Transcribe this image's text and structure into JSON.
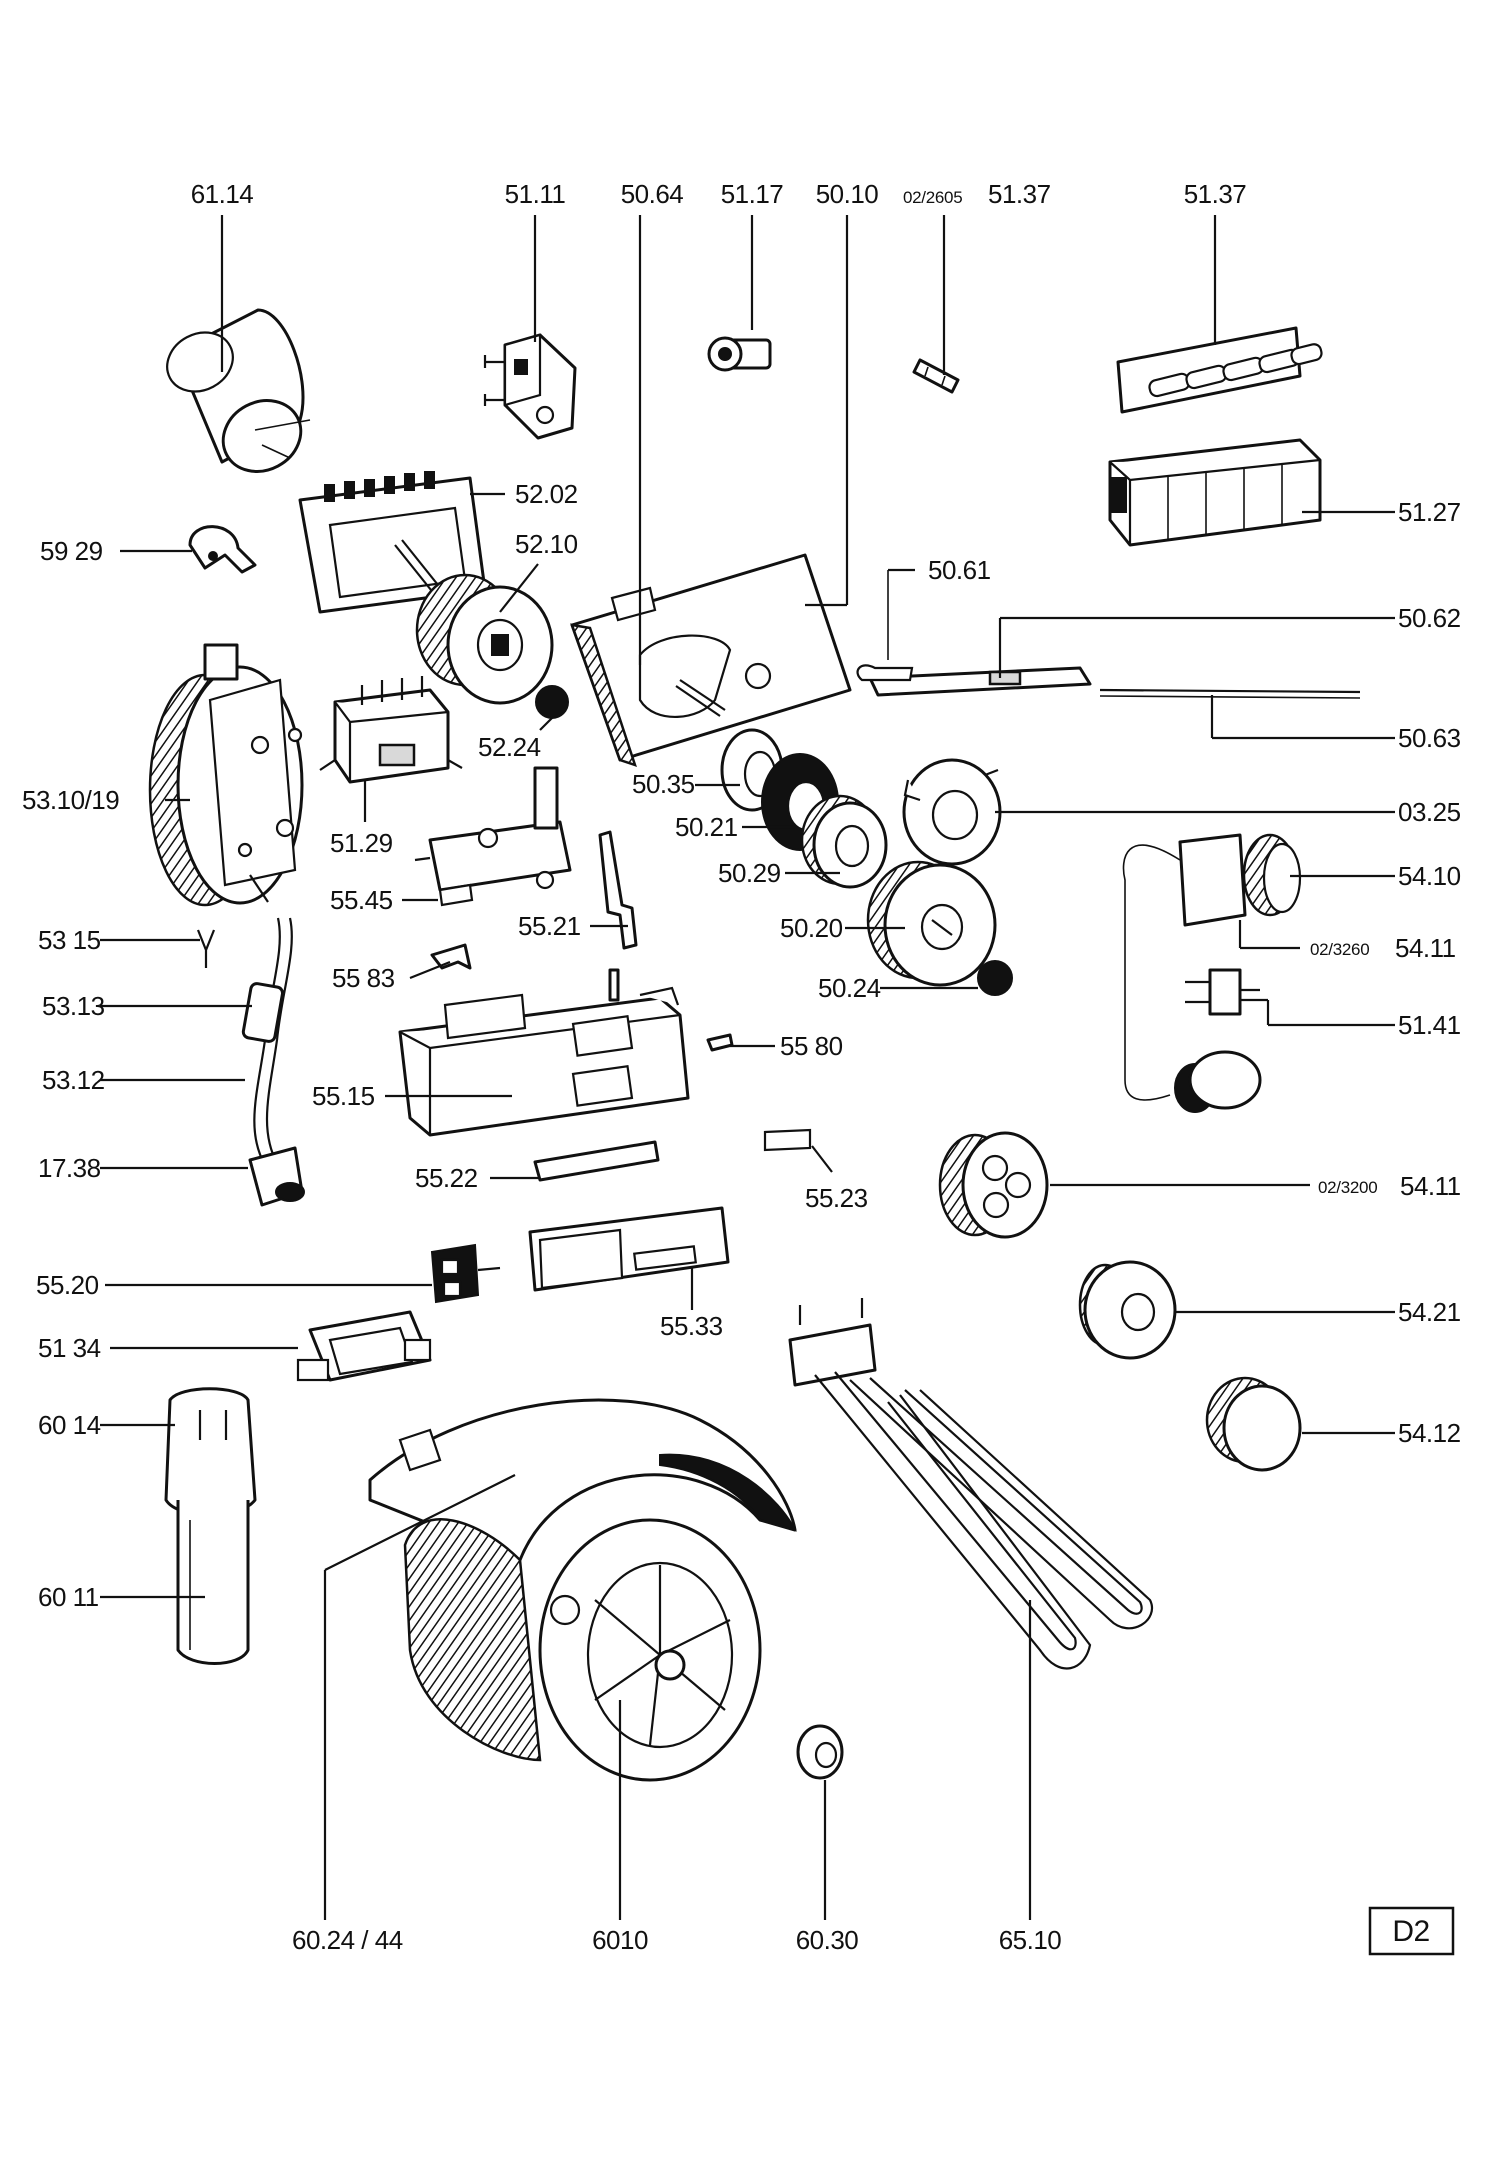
{
  "diagram": {
    "page_code": "D2",
    "labels": [
      {
        "id": "6114",
        "text": "61.14"
      },
      {
        "id": "5111",
        "text": "51.11"
      },
      {
        "id": "5064",
        "text": "50.64"
      },
      {
        "id": "5117",
        "text": "51.17"
      },
      {
        "id": "5010",
        "text": "50.10"
      },
      {
        "id": "5137a",
        "text": "51.37",
        "prefix": "02/2605"
      },
      {
        "id": "5137b",
        "text": "51.37"
      },
      {
        "id": "5202",
        "text": "52.02"
      },
      {
        "id": "5929",
        "text": "59 29"
      },
      {
        "id": "5210",
        "text": "52.10"
      },
      {
        "id": "5127",
        "text": "51.27"
      },
      {
        "id": "5061",
        "text": "50.61"
      },
      {
        "id": "5062",
        "text": "50.62"
      },
      {
        "id": "5224",
        "text": "52.24"
      },
      {
        "id": "5063",
        "text": "50.63"
      },
      {
        "id": "531019",
        "text": "53.10/19"
      },
      {
        "id": "5035",
        "text": "50.35"
      },
      {
        "id": "0325",
        "text": "03.25"
      },
      {
        "id": "5021",
        "text": "50.21"
      },
      {
        "id": "5129",
        "text": "51.29"
      },
      {
        "id": "5029",
        "text": "50.29"
      },
      {
        "id": "5410",
        "text": "54.10"
      },
      {
        "id": "5545",
        "text": "55.45"
      },
      {
        "id": "5521",
        "text": "55.21"
      },
      {
        "id": "5020",
        "text": "50.20"
      },
      {
        "id": "5411a",
        "text": "54.11",
        "prefix": "02/3260"
      },
      {
        "id": "5315",
        "text": "53 15"
      },
      {
        "id": "5583",
        "text": "55 83"
      },
      {
        "id": "5024",
        "text": "50.24"
      },
      {
        "id": "5313",
        "text": "53.13"
      },
      {
        "id": "5141",
        "text": "51.41"
      },
      {
        "id": "5580",
        "text": "55 80"
      },
      {
        "id": "5312",
        "text": "53.12"
      },
      {
        "id": "5515",
        "text": "55.15"
      },
      {
        "id": "1738",
        "text": "17.38"
      },
      {
        "id": "5522",
        "text": "55.22"
      },
      {
        "id": "5411b",
        "text": "54.11",
        "prefix": "02/3200"
      },
      {
        "id": "5523",
        "text": "55.23"
      },
      {
        "id": "5520",
        "text": "55.20"
      },
      {
        "id": "5421",
        "text": "54.21"
      },
      {
        "id": "5134",
        "text": "51 34"
      },
      {
        "id": "5533",
        "text": "55.33"
      },
      {
        "id": "6014",
        "text": "60 14"
      },
      {
        "id": "5412",
        "text": "54.12"
      },
      {
        "id": "6011",
        "text": "60 11"
      },
      {
        "id": "602444",
        "text": "60.24 / 44"
      },
      {
        "id": "6010",
        "text": "6010"
      },
      {
        "id": "6030",
        "text": "60.30"
      },
      {
        "id": "6510",
        "text": "65.10"
      }
    ]
  }
}
